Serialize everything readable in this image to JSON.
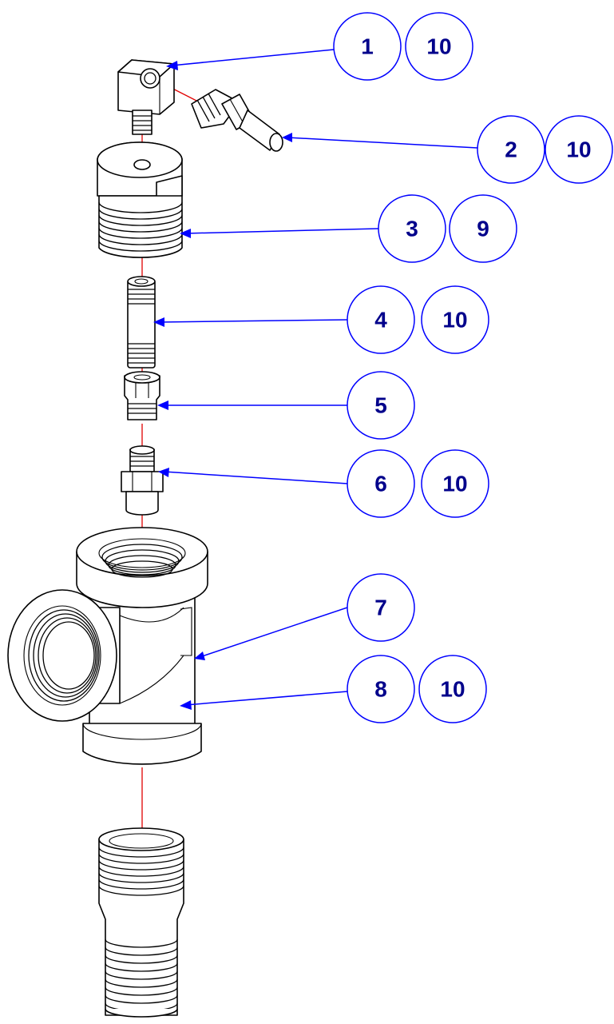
{
  "callouts": [
    {
      "item": "1",
      "qty": "10"
    },
    {
      "item": "2",
      "qty": "10"
    },
    {
      "item": "3",
      "qty": "9"
    },
    {
      "item": "4",
      "qty": "10"
    },
    {
      "item": "5",
      "qty": ""
    },
    {
      "item": "6",
      "qty": "10"
    },
    {
      "item": "7",
      "qty": ""
    },
    {
      "item": "8",
      "qty": "10"
    }
  ],
  "colors": {
    "leader": "#0000ff",
    "balloon_text": "#00008b",
    "center_line": "#e00000",
    "part_outline": "#000000"
  }
}
